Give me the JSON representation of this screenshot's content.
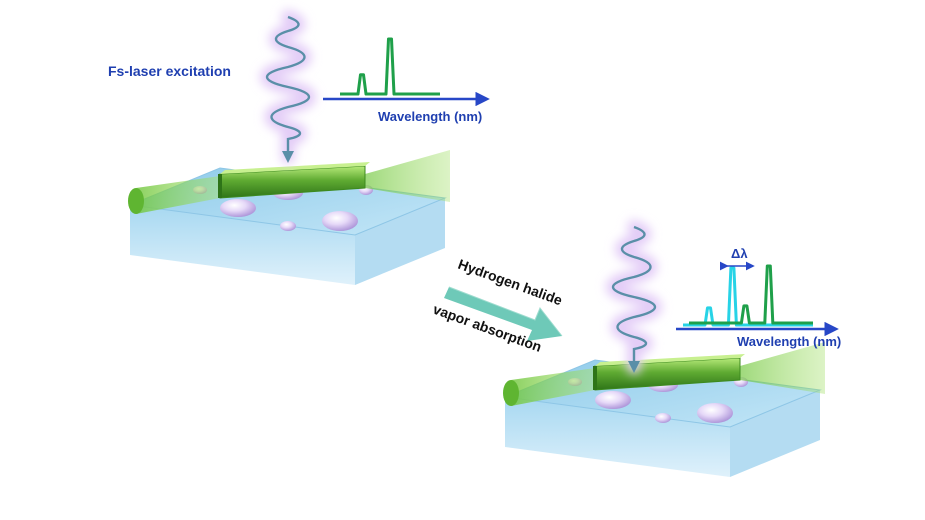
{
  "labels": {
    "excitation": "Fs-laser excitation",
    "process_line1": "Hydrogen halide",
    "process_line2": "vapor absorption",
    "wavelength_before": "Wavelength (nm)",
    "wavelength_after": "Wavelength (nm)",
    "shift": "Δλ"
  },
  "colors": {
    "label_blue": "#1f3fb0",
    "axis_blue": "#2747c7",
    "green_peak": "#1fa04a",
    "cyan_peak": "#27d3e6",
    "substrate_top": "#9fd3ef",
    "substrate_side": "#bfe3f6",
    "wire": "#5faa32",
    "beam": "#7ccf3e",
    "excitation_wave": "#5a8fa8",
    "process_arrow": "#6ec9b8",
    "droplet": "#d4bff0"
  },
  "spectra": {
    "before": {
      "series": [
        {
          "color_key": "green_peak",
          "peaks": [
            {
              "x": 0.22,
              "h": 0.35
            },
            {
              "x": 0.5,
              "h": 1.0
            }
          ]
        }
      ]
    },
    "after": {
      "series": [
        {
          "color_key": "cyan_peak",
          "peaks": [
            {
              "x": 0.2,
              "h": 0.3
            },
            {
              "x": 0.38,
              "h": 1.0
            }
          ]
        },
        {
          "color_key": "green_peak",
          "peaks": [
            {
              "x": 0.48,
              "h": 0.3
            },
            {
              "x": 0.66,
              "h": 1.0
            }
          ]
        }
      ]
    }
  }
}
